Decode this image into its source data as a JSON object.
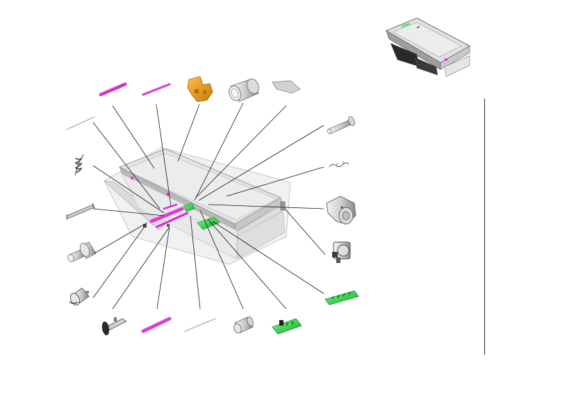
{
  "diagram": {
    "kind": "exploded-parts-view",
    "colors": {
      "line": "#1a1a1a",
      "frame_fill": "#e6e6e6",
      "frame_dark": "#b9b9b9",
      "magenta": "#e020d8",
      "magenta_dark": "#9a1494",
      "green": "#2ee84a",
      "green_dark": "#128a22",
      "orange": "#f0a419",
      "orange_dark": "#a86a06",
      "grey_part": "#d6d6d6",
      "grey_part_dark": "#7a7a7a",
      "thumb_dark": "#2a2a2a"
    },
    "parts": [
      {
        "name": "rod-magenta-top-left",
        "icon": "magenta-rod"
      },
      {
        "name": "rod-magenta-top",
        "icon": "magenta-rod-thin"
      },
      {
        "name": "bracket-orange",
        "icon": "orange-bracket"
      },
      {
        "name": "roller-sleeve",
        "icon": "cylinder-sleeve"
      },
      {
        "name": "sheet-plate",
        "icon": "flat-plate"
      },
      {
        "name": "shaft-pin",
        "icon": "pin"
      },
      {
        "name": "wire-thin-left",
        "icon": "thin-wire"
      },
      {
        "name": "spring-coil",
        "icon": "spring"
      },
      {
        "name": "spring-clip",
        "icon": "clip-spring"
      },
      {
        "name": "cam-lever",
        "icon": "cam"
      },
      {
        "name": "rail-bracket",
        "icon": "rail"
      },
      {
        "name": "motor-small",
        "icon": "motor"
      },
      {
        "name": "roller-stepped",
        "icon": "stepped-roller"
      },
      {
        "name": "sensor-connector",
        "icon": "sensor"
      },
      {
        "name": "pcb-right",
        "icon": "pcb"
      },
      {
        "name": "lever-paddle",
        "icon": "paddle"
      },
      {
        "name": "rod-magenta-bottom",
        "icon": "magenta-rod"
      },
      {
        "name": "wire-thin-bottom",
        "icon": "thin-wire"
      },
      {
        "name": "gear-bushing",
        "icon": "bushing"
      },
      {
        "name": "pcb-bottom",
        "icon": "pcb"
      }
    ],
    "thumbnail": {
      "name": "assembly-thumbnail",
      "icon": "assembly-overview"
    }
  }
}
